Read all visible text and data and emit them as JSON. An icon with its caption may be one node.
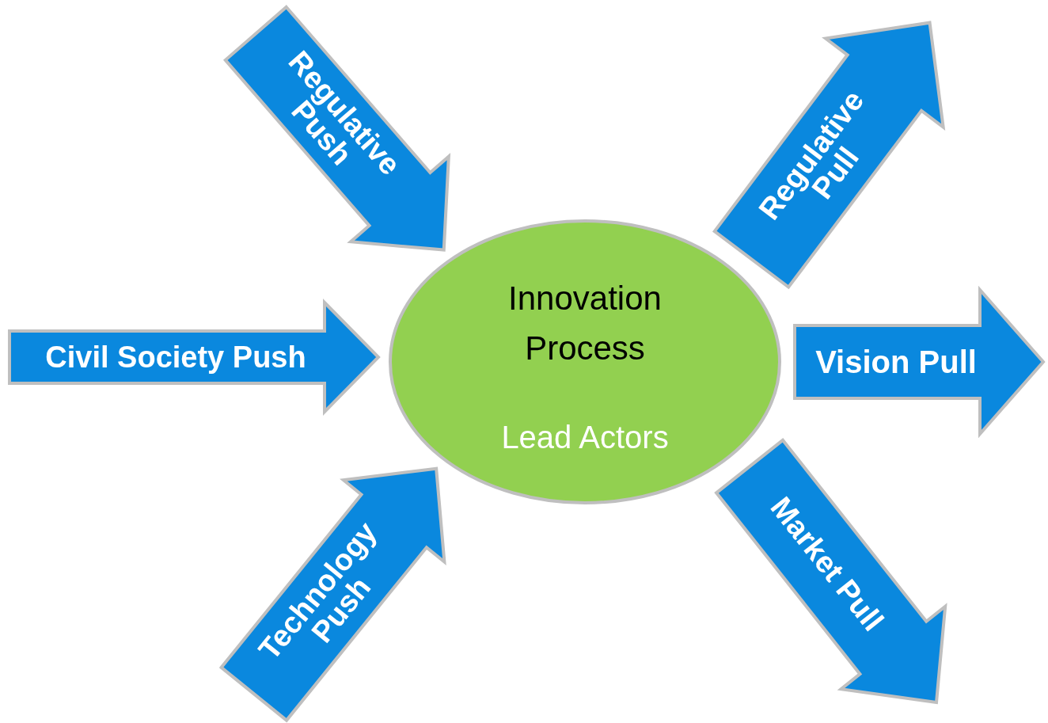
{
  "diagram": {
    "nodes": [
      {
        "text": [
          "Innovation Process",
          "Lead Actors"
        ]
      },
      {
        "text": [
          "Regulative Push"
        ]
      },
      {
        "text": [
          "Regulative Pull"
        ]
      },
      {
        "text": [
          "Civil Society Push"
        ]
      },
      {
        "text": [
          "Vision Pull"
        ]
      },
      {
        "text": [
          "Technology Push"
        ]
      },
      {
        "text": [
          "Market Pull"
        ]
      }
    ]
  }
}
